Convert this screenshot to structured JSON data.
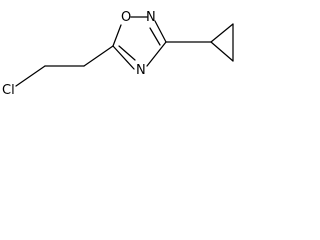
{
  "molecule": {
    "atoms": {
      "chlorine": "Cl",
      "ring_oxygen": "O",
      "ring_nitrogen_top": "N",
      "ring_nitrogen_bottom": "N"
    }
  }
}
